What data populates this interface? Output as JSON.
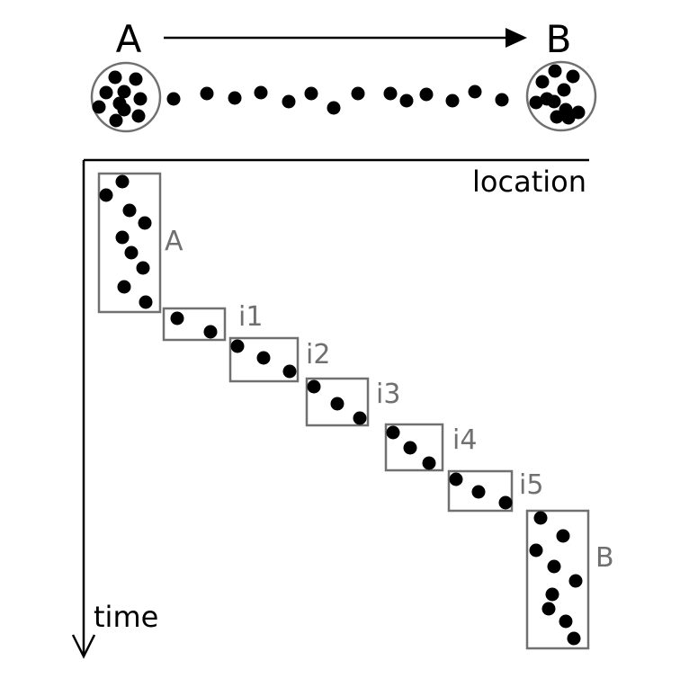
{
  "top": {
    "start_label": "A",
    "end_label": "B"
  },
  "axes": {
    "horizontal_label": "location",
    "vertical_label": "time"
  },
  "boxes": [
    {
      "label": "A",
      "dots": 9
    },
    {
      "label": "i1",
      "dots": 2
    },
    {
      "label": "i2",
      "dots": 3
    },
    {
      "label": "i3",
      "dots": 3
    },
    {
      "label": "i4",
      "dots": 3
    },
    {
      "label": "i5",
      "dots": 3
    },
    {
      "label": "B",
      "dots": 9
    }
  ],
  "colors": {
    "ink": "#000000",
    "frame": "#707070",
    "label": "#707070"
  }
}
